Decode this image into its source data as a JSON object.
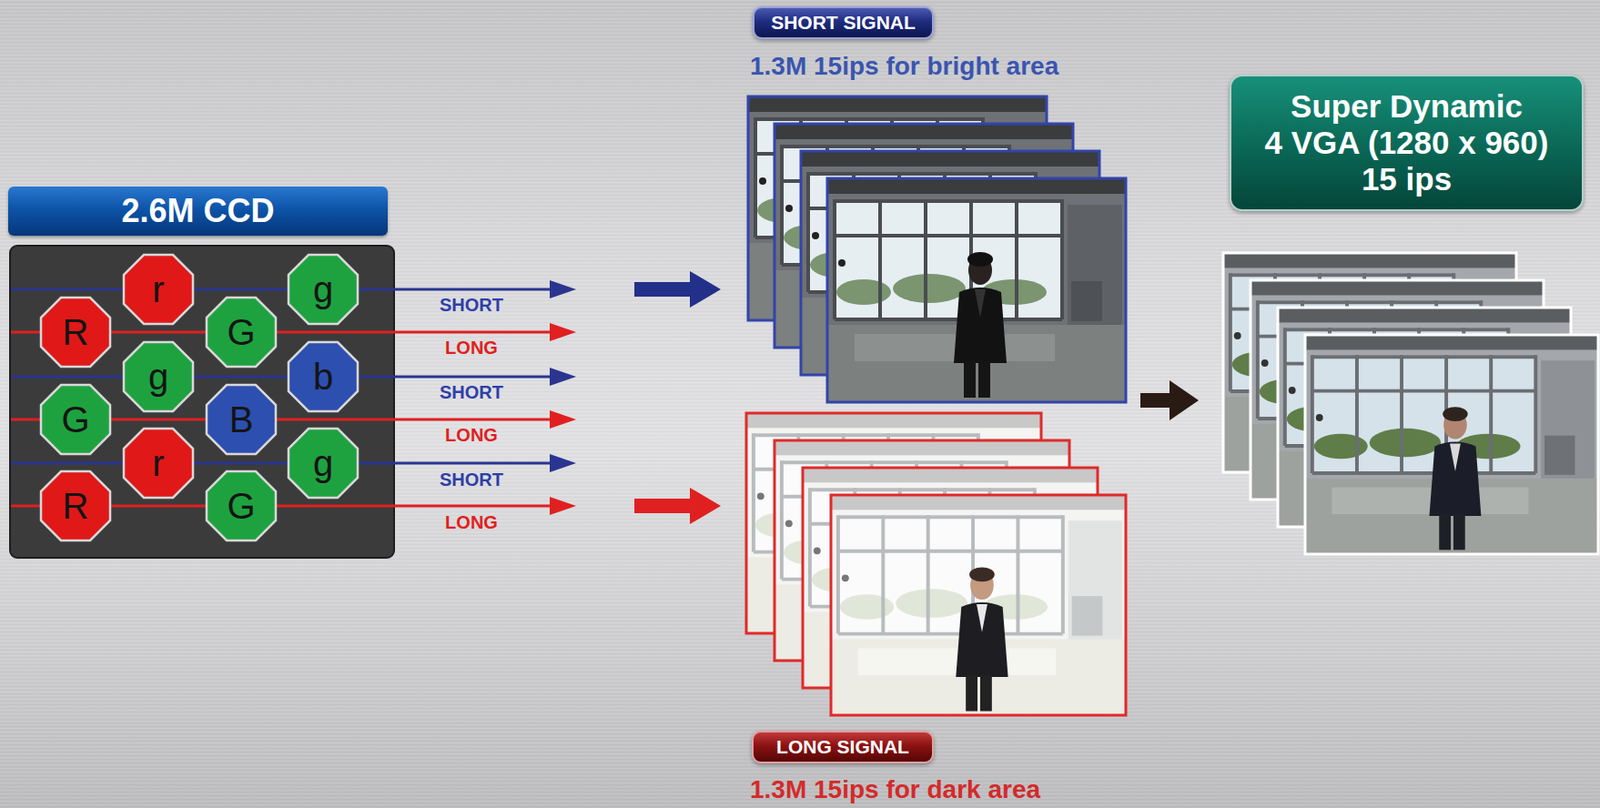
{
  "diagram": {
    "nodes": [
      {
        "text": [
          "2.6M CCD"
        ]
      },
      {
        "text": [
          "r"
        ],
        "in": 0
      },
      {
        "text": [
          "g"
        ],
        "in": 0
      },
      {
        "text": [
          "R"
        ],
        "in": 0
      },
      {
        "text": [
          "G"
        ],
        "in": 0
      },
      {
        "text": [
          "g"
        ],
        "in": 0
      },
      {
        "text": [
          "b"
        ],
        "in": 0
      },
      {
        "text": [
          "G"
        ],
        "in": 0
      },
      {
        "text": [
          "B"
        ],
        "in": 0
      },
      {
        "text": [
          "r"
        ],
        "in": 0
      },
      {
        "text": [
          "g"
        ],
        "in": 0
      },
      {
        "text": [
          "R"
        ],
        "in": 0
      },
      {
        "text": [
          "G"
        ],
        "in": 0
      },
      {
        "text": [
          "SHORT SIGNAL"
        ]
      },
      {
        "text": [
          "LONG SIGNAL"
        ]
      },
      {
        "text": [
          "Super Dynamic",
          "4 VGA (1280 x 960)",
          "15 ips"
        ]
      }
    ],
    "labels": [
      "SHORT",
      "LONG",
      "SHORT",
      "LONG",
      "SHORT",
      "LONG",
      "1.3M 15ips for bright area",
      "1.3M 15ips for dark area"
    ]
  }
}
